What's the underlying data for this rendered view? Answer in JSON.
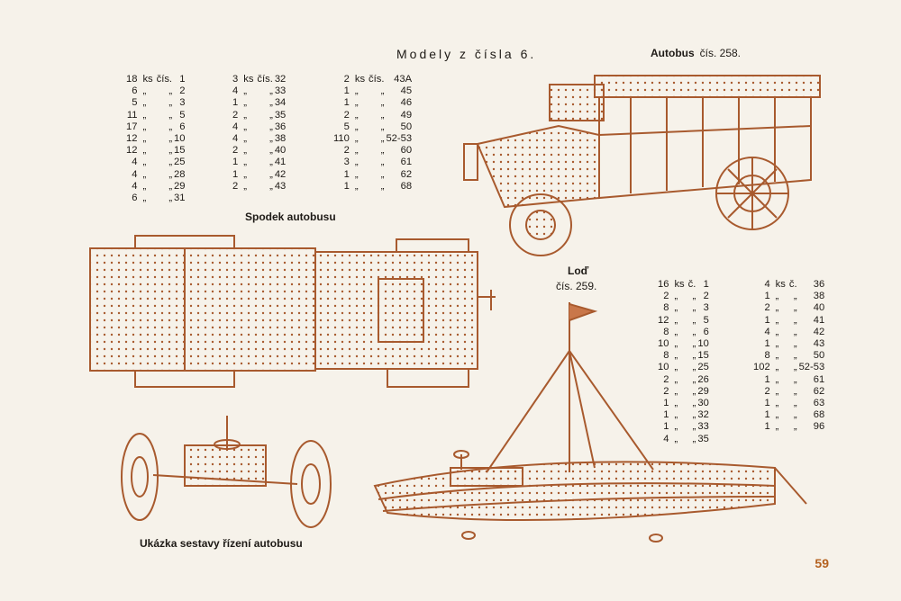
{
  "page_title": "Modely z čísla 6.",
  "autobus": {
    "name": "Autobus",
    "number": "čís. 258."
  },
  "lod": {
    "name": "Loď",
    "number": "čís. 259."
  },
  "captions": {
    "spodek": "Spodek autobusu",
    "rizeni": "Ukázka sestavy řízení autobusu"
  },
  "page_number": "59",
  "colors": {
    "ink": "#a85a2e",
    "page_number": "#b4611f"
  },
  "parts_bus": {
    "col1": [
      [
        "18",
        "ks",
        "čís.",
        "1"
      ],
      [
        "6",
        "„",
        "„",
        "2"
      ],
      [
        "5",
        "„",
        "„",
        "3"
      ],
      [
        "11",
        "„",
        "„",
        "5"
      ],
      [
        "17",
        "„",
        "„",
        "6"
      ],
      [
        "12",
        "„",
        "„",
        "10"
      ],
      [
        "12",
        "„",
        "„",
        "15"
      ],
      [
        "4",
        "„",
        "„",
        "25"
      ],
      [
        "4",
        "„",
        "„",
        "28"
      ],
      [
        "4",
        "„",
        "„",
        "29"
      ],
      [
        "6",
        "„",
        "„",
        "31"
      ]
    ],
    "col2": [
      [
        "3",
        "ks",
        "čís.",
        "32"
      ],
      [
        "4",
        "„",
        "„",
        "33"
      ],
      [
        "1",
        "„",
        "„",
        "34"
      ],
      [
        "2",
        "„",
        "„",
        "35"
      ],
      [
        "4",
        "„",
        "„",
        "36"
      ],
      [
        "4",
        "„",
        "„",
        "38"
      ],
      [
        "2",
        "„",
        "„",
        "40"
      ],
      [
        "1",
        "„",
        "„",
        "41"
      ],
      [
        "1",
        "„",
        "„",
        "42"
      ],
      [
        "2",
        "„",
        "„",
        "43"
      ]
    ],
    "col3": [
      [
        "2",
        "ks",
        "čís.",
        "43A"
      ],
      [
        "1",
        "„",
        "„",
        "45"
      ],
      [
        "1",
        "„",
        "„",
        "46"
      ],
      [
        "2",
        "„",
        "„",
        "49"
      ],
      [
        "5",
        "„",
        "„",
        "50"
      ],
      [
        "110",
        "„",
        "„",
        "52-53"
      ],
      [
        "2",
        "„",
        "„",
        "60"
      ],
      [
        "3",
        "„",
        "„",
        "61"
      ],
      [
        "1",
        "„",
        "„",
        "62"
      ],
      [
        "1",
        "„",
        "„",
        "68"
      ]
    ]
  },
  "parts_boat": {
    "col1": [
      [
        "16",
        "ks",
        "č.",
        "1"
      ],
      [
        "2",
        "„",
        "„",
        "2"
      ],
      [
        "8",
        "„",
        "„",
        "3"
      ],
      [
        "12",
        "„",
        "„",
        "5"
      ],
      [
        "8",
        "„",
        "„",
        "6"
      ],
      [
        "10",
        "„",
        "„",
        "10"
      ],
      [
        "8",
        "„",
        "„",
        "15"
      ],
      [
        "10",
        "„",
        "„",
        "25"
      ],
      [
        "2",
        "„",
        "„",
        "26"
      ],
      [
        "2",
        "„",
        "„",
        "29"
      ],
      [
        "1",
        "„",
        "„",
        "30"
      ],
      [
        "1",
        "„",
        "„",
        "32"
      ],
      [
        "1",
        "„",
        "„",
        "33"
      ],
      [
        "4",
        "„",
        "„",
        "35"
      ]
    ],
    "col2": [
      [
        "4",
        "ks",
        "č.",
        "36"
      ],
      [
        "1",
        "„",
        "„",
        "38"
      ],
      [
        "2",
        "„",
        "„",
        "40"
      ],
      [
        "1",
        "„",
        "„",
        "41"
      ],
      [
        "4",
        "„",
        "„",
        "42"
      ],
      [
        "1",
        "„",
        "„",
        "43"
      ],
      [
        "8",
        "„",
        "„",
        "50"
      ],
      [
        "102",
        "„",
        "„",
        "52-53"
      ],
      [
        "1",
        "„",
        "„",
        "61"
      ],
      [
        "2",
        "„",
        "„",
        "62"
      ],
      [
        "1",
        "„",
        "„",
        "63"
      ],
      [
        "1",
        "„",
        "„",
        "68"
      ],
      [
        "1",
        "„",
        "„",
        "96"
      ]
    ]
  }
}
